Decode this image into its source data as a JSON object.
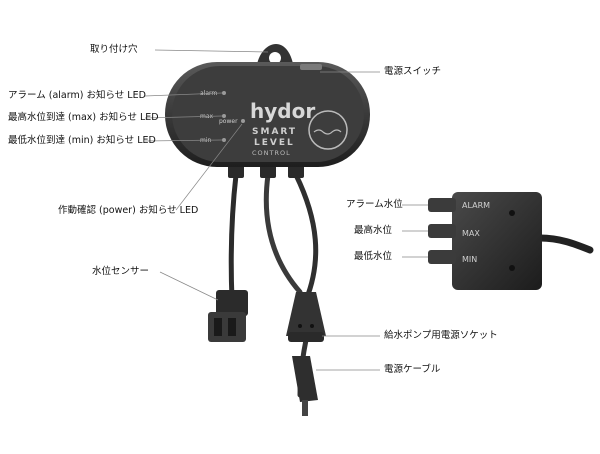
{
  "labels": {
    "mount_hole": "取り付け穴",
    "power_switch": "電源スイッチ",
    "alarm_led": "アラーム (alarm) お知らせ LED",
    "max_led": "最高水位到達 (max) お知らせ LED",
    "min_led": "最低水位到達 (min) お知らせ LED",
    "power_led": "作動確認 (power) お知らせ LED",
    "sensor": "水位センサー",
    "alarm_level": "アラーム水位",
    "max_level": "最高水位",
    "min_level": "最低水位",
    "pump_socket": "給水ポンプ用電源ソケット",
    "power_cable": "電源ケーブル"
  },
  "device": {
    "brand": "hydor",
    "line1": "SMART",
    "line2": "LEVEL",
    "line3": "CONTROL",
    "led_alarm": "alarm",
    "led_max": "max",
    "led_min": "min",
    "led_power": "power"
  },
  "sensor_block": {
    "alarm": "ALARM",
    "max": "MAX",
    "min": "MIN"
  }
}
